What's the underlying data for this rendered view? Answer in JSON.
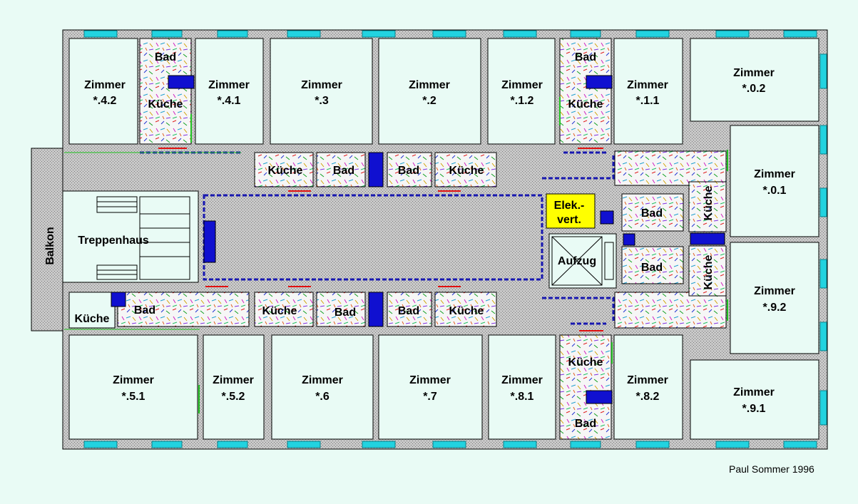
{
  "rooms_top": [
    {
      "name": "Zimmer",
      "num": "*.4.2"
    },
    {
      "name": "Zimmer",
      "num": "*.4.1"
    },
    {
      "name": "Zimmer",
      "num": "*.3"
    },
    {
      "name": "Zimmer",
      "num": "*.2"
    },
    {
      "name": "Zimmer",
      "num": "*.1.2"
    },
    {
      "name": "Zimmer",
      "num": "*.1.1"
    },
    {
      "name": "Zimmer",
      "num": "*.0.2"
    }
  ],
  "rooms_right": [
    {
      "name": "Zimmer",
      "num": "*.0.1"
    },
    {
      "name": "Zimmer",
      "num": "*.9.2"
    }
  ],
  "rooms_bottom": [
    {
      "name": "Zimmer",
      "num": "*.5.1"
    },
    {
      "name": "Zimmer",
      "num": "*.5.2"
    },
    {
      "name": "Zimmer",
      "num": "*.6"
    },
    {
      "name": "Zimmer",
      "num": "*.7"
    },
    {
      "name": "Zimmer",
      "num": "*.8.1"
    },
    {
      "name": "Zimmer",
      "num": "*.8.2"
    },
    {
      "name": "Zimmer",
      "num": "*.9.1"
    }
  ],
  "labels": {
    "bad": "Bad",
    "kueche": "Küche",
    "treppenhaus": "Treppenhaus",
    "balkon": "Balkon",
    "aufzug": "Aufzug",
    "elek1": "Elek.-",
    "elek2": "vert."
  },
  "credit": "Paul Sommer 1996"
}
